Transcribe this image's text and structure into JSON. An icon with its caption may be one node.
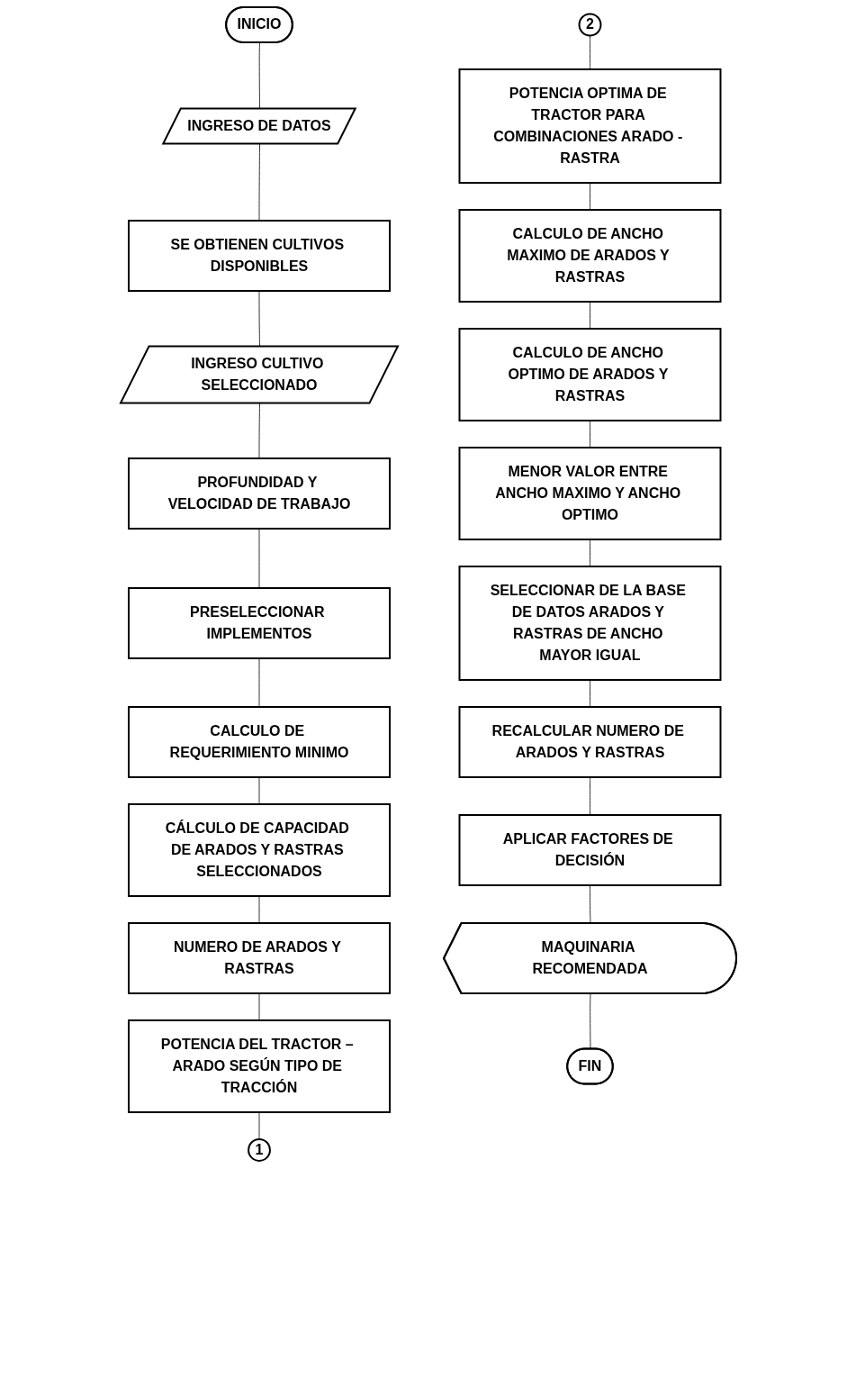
{
  "diagram": {
    "nodes": [
      {
        "text": [
          "INICIO"
        ]
      },
      {
        "text": [
          "INGRESO DE DATOS"
        ]
      },
      {
        "text": [
          "SE OBTIENEN CULTIVOS DISPONIBLES"
        ]
      },
      {
        "text": [
          "INGRESO CULTIVO SELECCIONADO"
        ]
      },
      {
        "text": [
          "PROFUNDIDAD Y VELOCIDAD DE TRABAJO"
        ]
      },
      {
        "text": [
          "PRESELECCIONAR IMPLEMENTOS"
        ]
      },
      {
        "text": [
          "CALCULO DE REQUERIMIENTO MINIMO"
        ]
      },
      {
        "text": [
          "CÁLCULO DE CAPACIDAD DE ARADOS Y RASTRAS SELECCIONADOS"
        ]
      },
      {
        "text": [
          "NUMERO DE ARADOS Y RASTRAS"
        ]
      },
      {
        "text": [
          "POTENCIA DEL TRACTOR – ARADO SEGÚN TIPO DE TRACCIÓN"
        ]
      },
      {
        "text": [
          "1"
        ]
      },
      {
        "text": [
          "2"
        ]
      },
      {
        "text": [
          "POTENCIA OPTIMA DE TRACTOR PARA COMBINACIONES ARADO - RASTRA"
        ]
      },
      {
        "text": [
          "CALCULO DE ANCHO MAXIMO DE ARADOS Y RASTRAS"
        ]
      },
      {
        "text": [
          "CALCULO DE ANCHO OPTIMO DE ARADOS Y RASTRAS"
        ]
      },
      {
        "text": [
          "MENOR VALOR ENTRE ANCHO MAXIMO Y ANCHO OPTIMO"
        ]
      },
      {
        "text": [
          "SELECCIONAR DE LA BASE DE DATOS ARADOS Y RASTRAS DE ANCHO MAYOR IGUAL"
        ]
      },
      {
        "text": [
          "RECALCULAR NUMERO DE ARADOS Y RASTRAS"
        ]
      },
      {
        "text": [
          "APLICAR FACTORES DE DECISIÓN"
        ]
      },
      {
        "text": [
          "MAQUINARIA RECOMENDADA"
        ]
      },
      {
        "text": [
          "FIN"
        ]
      }
    ],
    "edges": [
      {
        "from": 0,
        "to": 1,
        "arrow": "none"
      },
      {
        "from": 1,
        "to": 2,
        "arrow": "none"
      },
      {
        "from": 2,
        "to": 3,
        "arrow": "none"
      },
      {
        "from": 3,
        "to": 4,
        "arrow": "none"
      },
      {
        "from": 4,
        "to": 5,
        "arrow": "none"
      },
      {
        "from": 5,
        "to": 6,
        "arrow": "none"
      },
      {
        "from": 6,
        "to": 7,
        "arrow": "none"
      },
      {
        "from": 7,
        "to": 8,
        "arrow": "none"
      },
      {
        "from": 8,
        "to": 9,
        "arrow": "none"
      },
      {
        "from": 9,
        "to": 10,
        "arrow": "none"
      },
      {
        "from": 11,
        "to": 12,
        "arrow": "none"
      },
      {
        "from": 12,
        "to": 13,
        "arrow": "none"
      },
      {
        "from": 13,
        "to": 14,
        "arrow": "none"
      },
      {
        "from": 14,
        "to": 15,
        "arrow": "none"
      },
      {
        "from": 15,
        "to": 16,
        "arrow": "none"
      },
      {
        "from": 16,
        "to": 17,
        "arrow": "none"
      },
      {
        "from": 17,
        "to": 18,
        "arrow": "none"
      },
      {
        "from": 18,
        "to": 19,
        "arrow": "none"
      },
      {
        "from": 19,
        "to": 20,
        "arrow": "none"
      }
    ]
  }
}
